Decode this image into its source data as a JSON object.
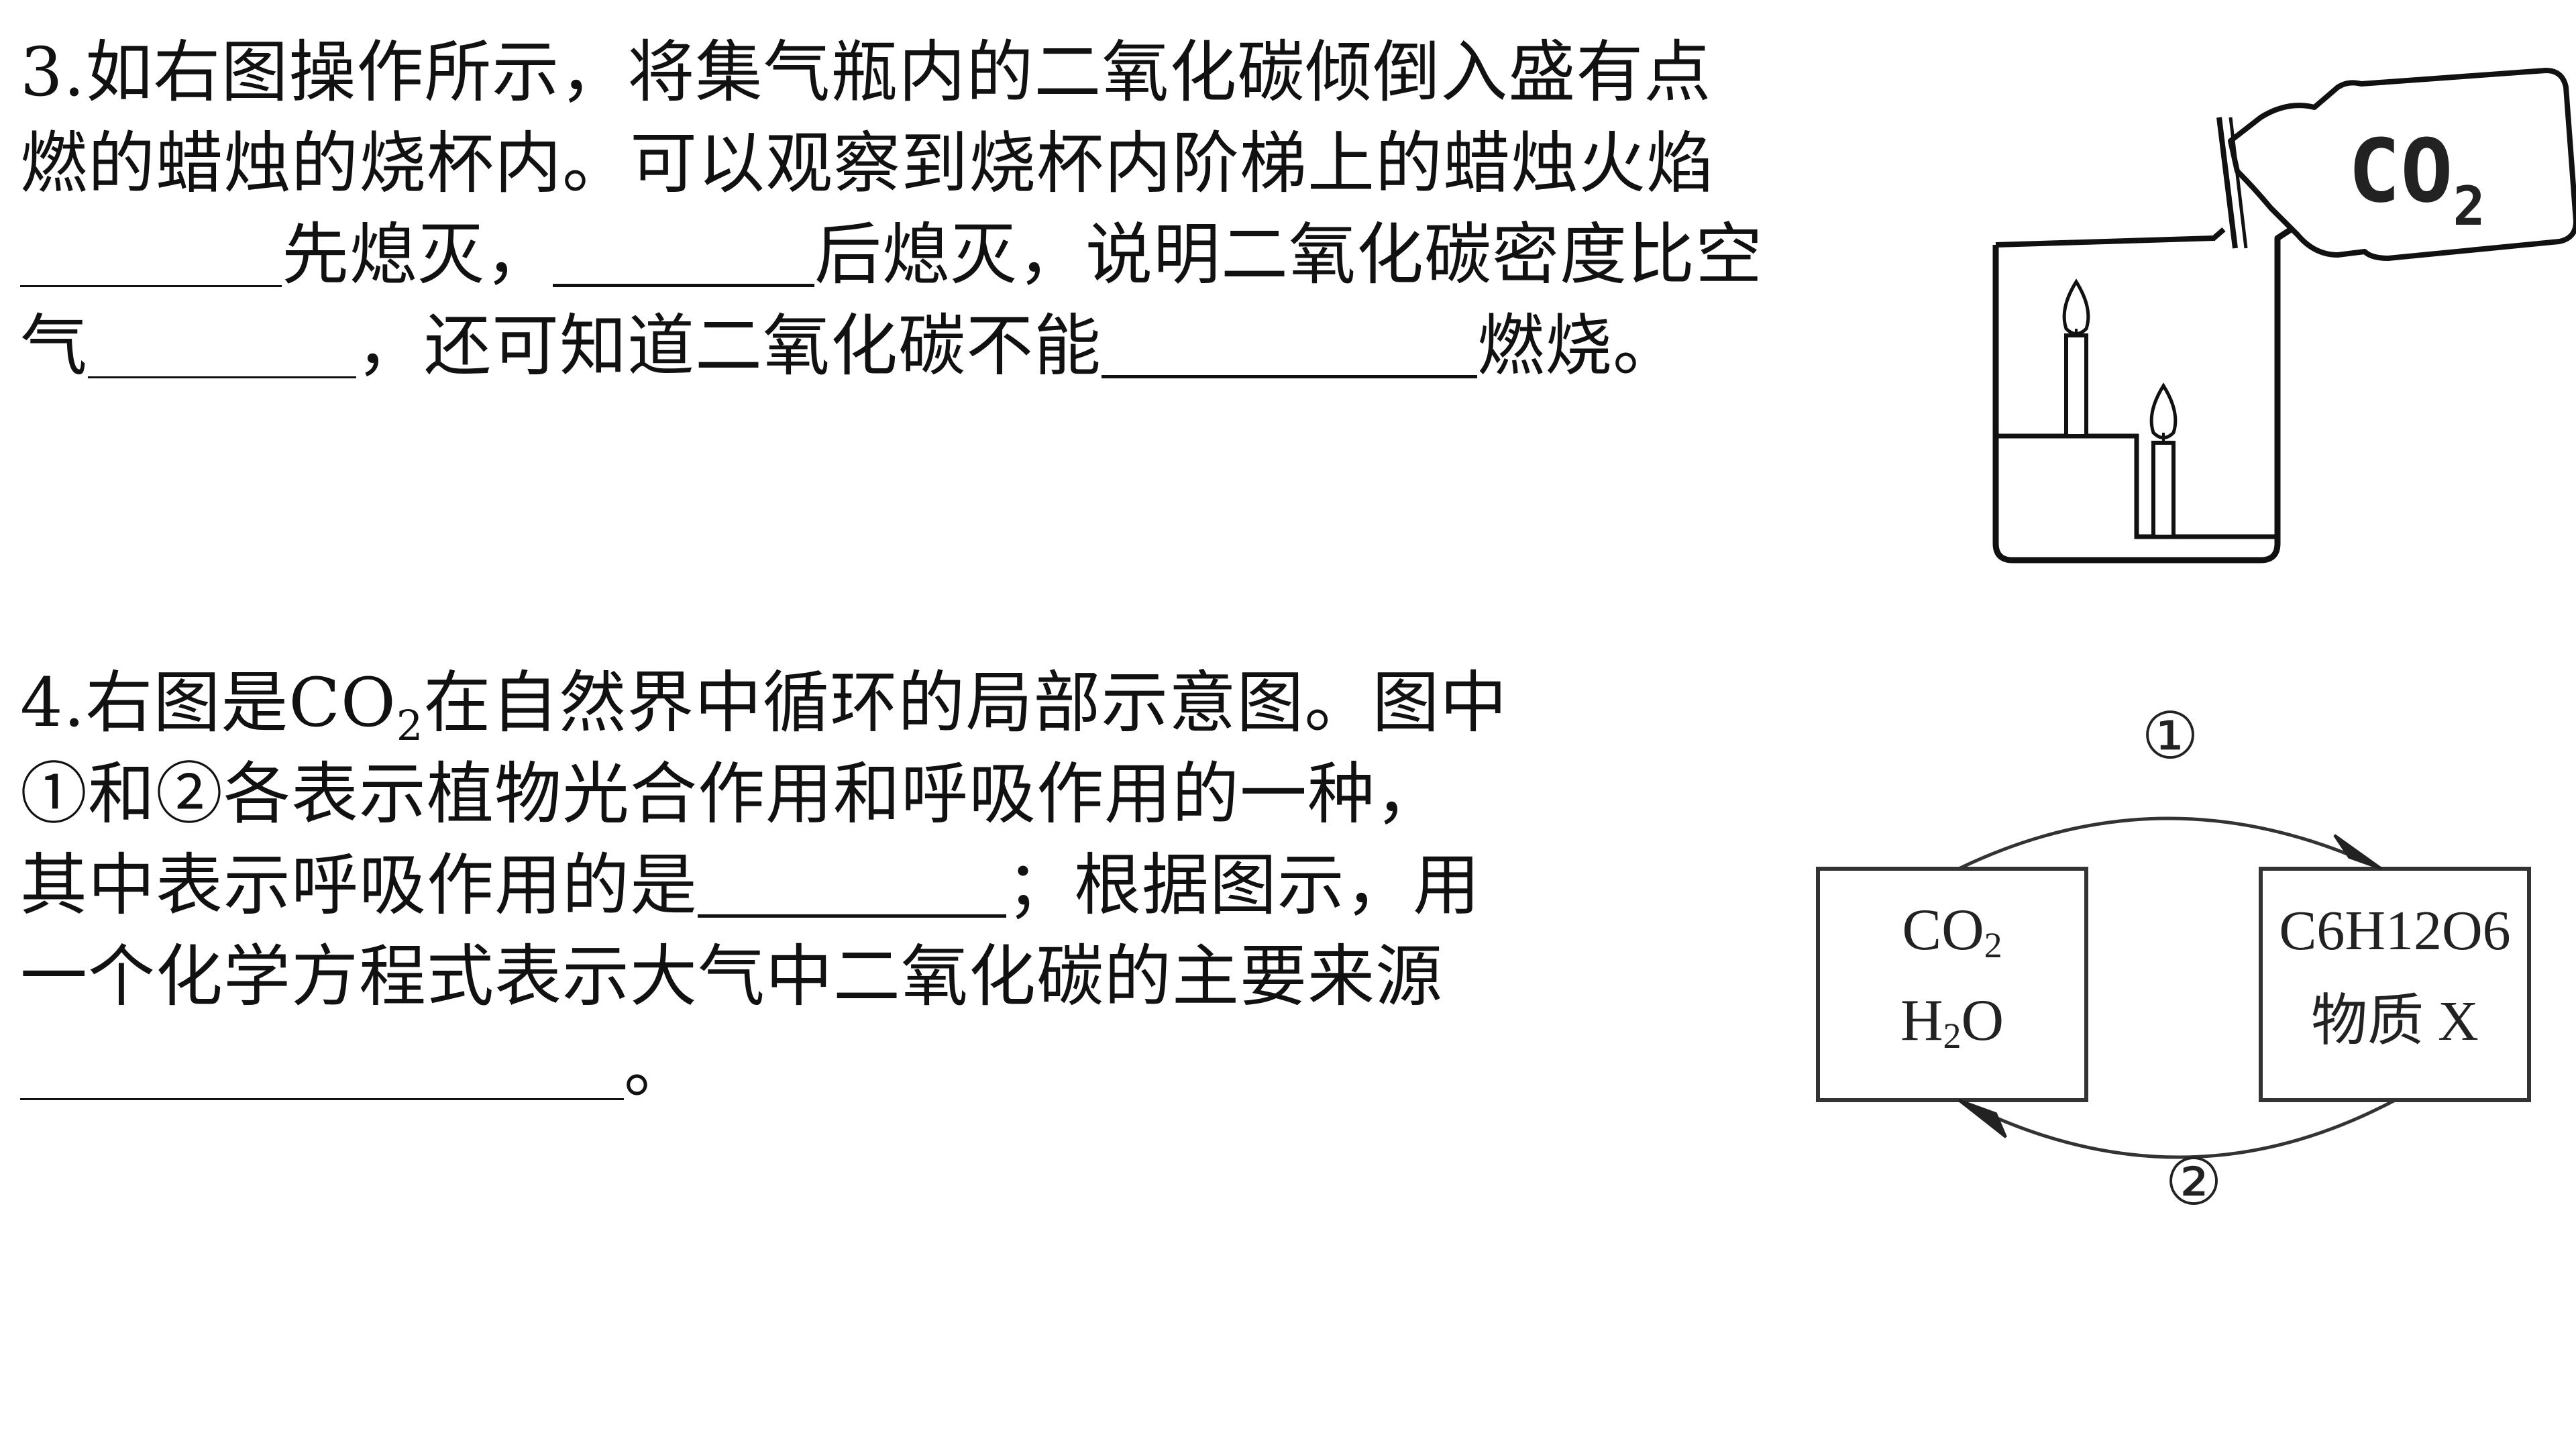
{
  "q3": {
    "line1": "3.如右图操作所示，将集气瓶内的二氧化碳倾倒入盛有点",
    "line2": "燃的蜡烛的烧杯内。可以观察到烧杯内阶梯上的蜡烛火焰",
    "line3_a": "先熄灭，",
    "line3_b": "后熄灭，说明二氧化碳密度比空",
    "line4_a": "气",
    "line4_b": "，还可知道二氧化碳不能",
    "line4_c": "燃烧。"
  },
  "q3_figure": {
    "bottle_label": "CO",
    "bottle_label_sub": "2"
  },
  "q4": {
    "line1_a": "4.右图是CO",
    "line1_sub": "2",
    "line1_b": "在自然界中循环的局部示意图。图中",
    "line2": "①和②各表示植物光合作用和呼吸作用的一种，",
    "line3_a": "其中表示呼吸作用的是",
    "line3_b": "；根据图示，用",
    "line4": "一个化学方程式表示大气中二氧化碳的主要来源",
    "line5_end": "。"
  },
  "q4_figure": {
    "arrow_top_label": "①",
    "arrow_bottom_label": "②",
    "left_box_line1": "CO",
    "left_box_line1_sub": "2",
    "left_box_line2": "H",
    "left_box_line2_sub": "2",
    "left_box_line2_end": "O",
    "right_box_line1": "C6H12O6",
    "right_box_line2": "物质 X"
  }
}
